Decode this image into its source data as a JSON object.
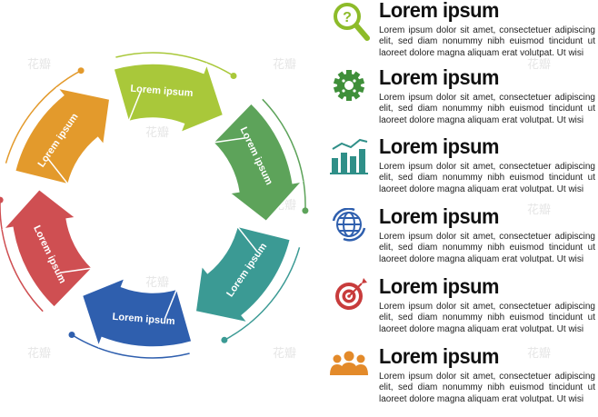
{
  "cycle": {
    "segments": [
      {
        "label": "Lorem ipsum",
        "color": "#a9c83a"
      },
      {
        "label": "Lorem ipsum",
        "color": "#5da35a"
      },
      {
        "label": "Lorem ipsum",
        "color": "#3b9a94"
      },
      {
        "label": "Lorem ipsum",
        "color": "#2f5fae"
      },
      {
        "label": "Lorem ipsum",
        "color": "#cf4f52"
      },
      {
        "label": "Lorem ipsum",
        "color": "#e39a2c"
      }
    ]
  },
  "items": [
    {
      "icon": "question-magnifier-icon",
      "color": "#8dbb2a",
      "title": "Lorem ipsum",
      "text": "Lorem ipsum dolor sit amet, consectetuer adipiscing elit, sed diam nonummy nibh euismod tincidunt ut laoreet dolore magna aliquam erat volutpat. Ut wisi"
    },
    {
      "icon": "gear-icon",
      "color": "#3f8f3a",
      "title": "Lorem ipsum",
      "text": "Lorem ipsum dolor sit amet, consectetuer adipiscing elit, sed diam nonummy nibh euismod tincidunt ut laoreet dolore magna aliquam erat volutpat. Ut wisi"
    },
    {
      "icon": "bar-chart-icon",
      "color": "#2f8f88",
      "title": "Lorem ipsum",
      "text": "Lorem ipsum dolor sit amet, consectetuer adipiscing elit, sed diam nonummy nibh euismod tincidunt ut laoreet dolore magna aliquam erat volutpat. Ut wisi"
    },
    {
      "icon": "globe-icon",
      "color": "#2f5fae",
      "title": "Lorem ipsum",
      "text": "Lorem ipsum dolor sit amet, consectetuer adipiscing elit, sed diam nonummy nibh euismod tincidunt ut laoreet dolore magna aliquam erat volutpat. Ut wisi"
    },
    {
      "icon": "target-icon",
      "color": "#c83c3c",
      "title": "Lorem ipsum",
      "text": "Lorem ipsum dolor sit amet, consectetuer adipiscing elit, sed diam nonummy nibh euismod tincidunt ut laoreet dolore magna aliquam erat volutpat. Ut wisi"
    },
    {
      "icon": "people-group-icon",
      "color": "#e38a2a",
      "title": "Lorem ipsum",
      "text": "Lorem ipsum dolor sit amet, consectetuer adipiscing elit, sed diam nonummy nibh euismod tincidunt ut laoreet dolore magna aliquam erat volutpat. Ut wisi"
    }
  ],
  "watermark": "花瓣"
}
